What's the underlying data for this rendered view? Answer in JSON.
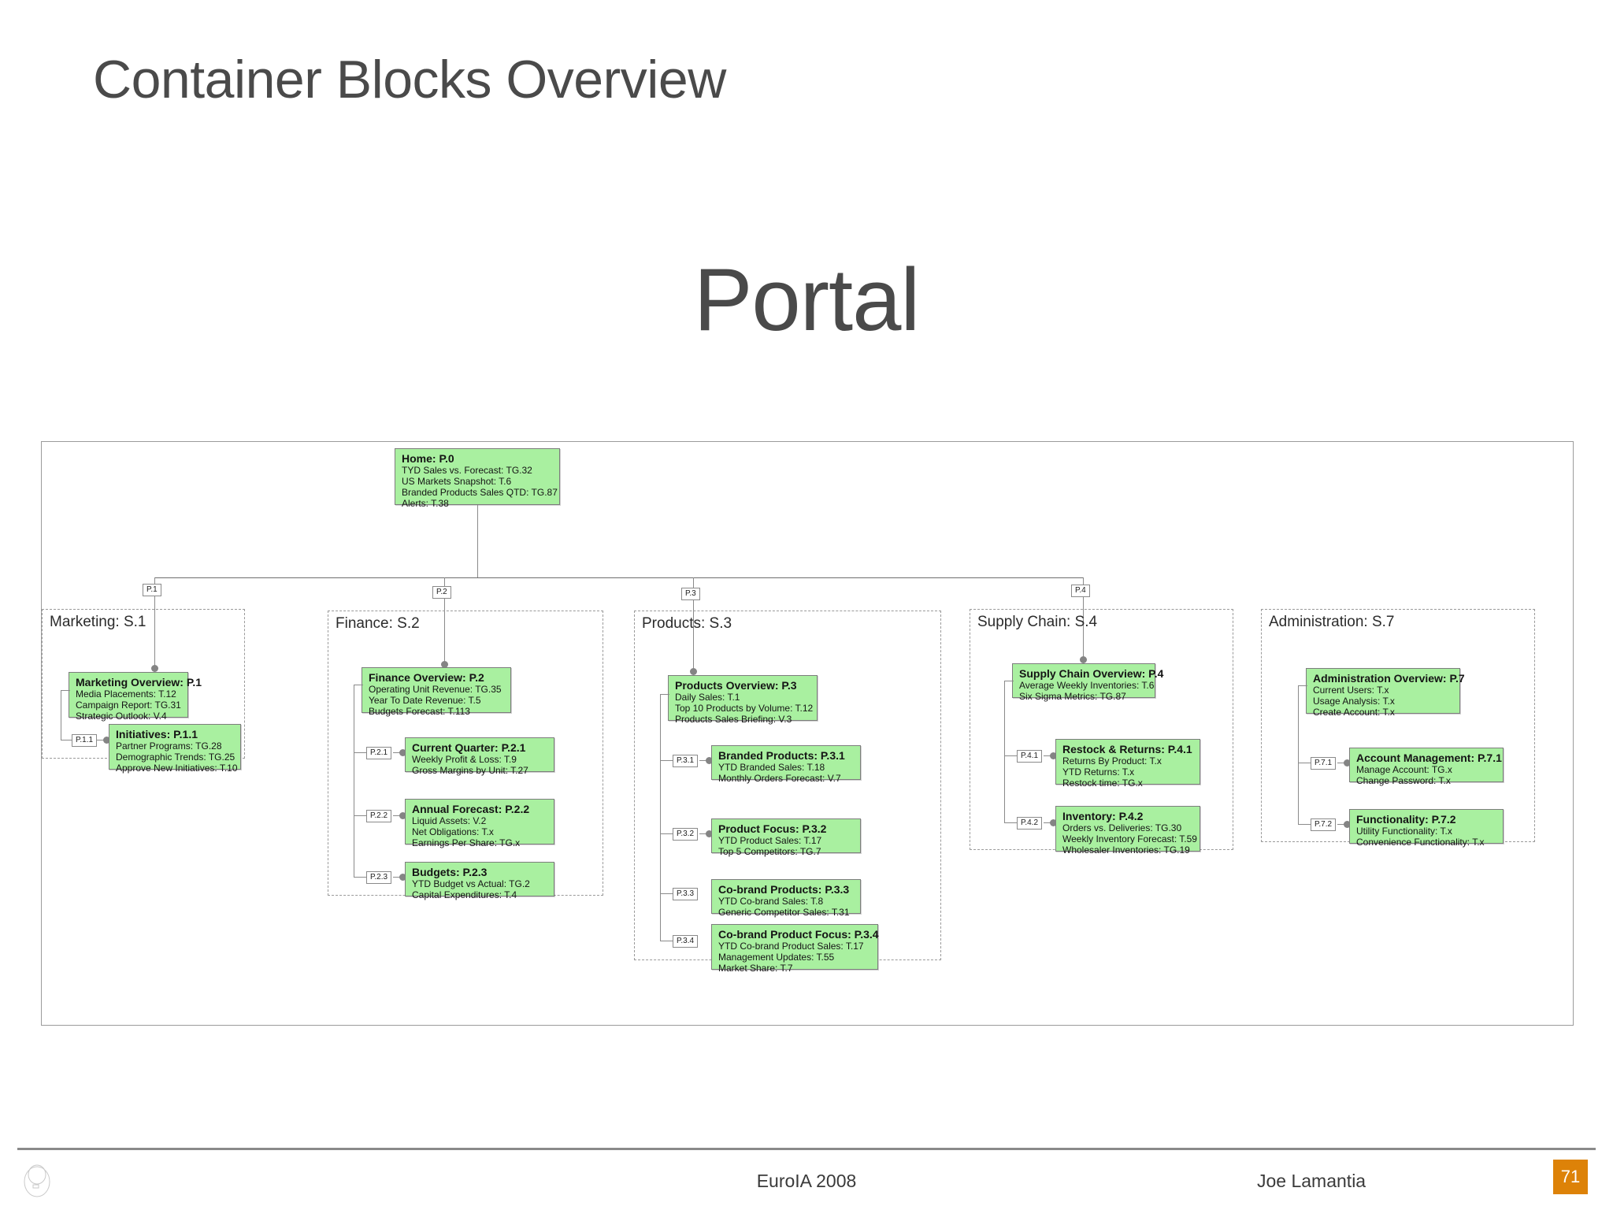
{
  "slide": {
    "title": "Container Blocks Overview",
    "portal_title": "Portal"
  },
  "footer": {
    "conference": "EuroIA 2008",
    "author": "Joe Lamantia",
    "page_number": "71",
    "logo_icon": "circle-logo-icon"
  },
  "colors": {
    "node_fill": "#a9f0a0",
    "node_border": "#7d7d7d",
    "group_border": "#9a9a9a",
    "connector": "#8a8a8a",
    "badge": "#dd8208",
    "title_text": "#4a4a4a"
  },
  "diagram": {
    "type": "hierarchy-tree",
    "root": {
      "id": "P.0",
      "title": "Home: P.0",
      "lines": [
        "TYD Sales vs. Forecast: TG.32",
        "US Markets Snapshot: T.6",
        "Branded Products Sales QTD: TG.87",
        "Alerts: T.38"
      ]
    },
    "branch_chips": [
      "P.1",
      "P.2",
      "P.3",
      "P.4"
    ],
    "groups": [
      {
        "label": "Marketing: S.1",
        "id": "S.1",
        "nodes": [
          {
            "chip": "",
            "title": "Marketing Overview: P.1",
            "lines": [
              "Media Placements: T.12",
              "Campaign Report: TG.31",
              "Strategic Outlook: V.4"
            ]
          },
          {
            "chip": "P.1.1",
            "title": "Initiatives: P.1.1",
            "lines": [
              "Partner Programs: TG.28",
              "Demographic Trends: TG.25",
              "Approve New Initiatives: T.10"
            ]
          }
        ]
      },
      {
        "label": "Finance: S.2",
        "id": "S.2",
        "nodes": [
          {
            "chip": "",
            "title": "Finance Overview: P.2",
            "lines": [
              "Operating Unit Revenue: TG.35",
              "Year To Date Revenue: T.5",
              "Budgets Forecast: T.113"
            ]
          },
          {
            "chip": "P.2.1",
            "title": "Current Quarter: P.2.1",
            "lines": [
              "Weekly Profit & Loss: T.9",
              "Gross Margins by Unit: T.27"
            ]
          },
          {
            "chip": "P.2.2",
            "title": "Annual Forecast: P.2.2",
            "lines": [
              "Liquid Assets: V.2",
              "Net Obligations: T.x",
              "Earnings Per Share: TG.x"
            ]
          },
          {
            "chip": "P.2.3",
            "title": "Budgets: P.2.3",
            "lines": [
              "YTD Budget vs Actual: TG.2",
              "Capital Expenditures: T.4"
            ]
          }
        ]
      },
      {
        "label": "Products: S.3",
        "id": "S.3",
        "nodes": [
          {
            "chip": "",
            "title": "Products Overview: P.3",
            "lines": [
              "Daily Sales: T.1",
              "Top 10 Products by Volume: T.12",
              "Products Sales Briefing: V.3"
            ]
          },
          {
            "chip": "P.3.1",
            "title": "Branded Products: P.3.1",
            "lines": [
              "YTD Branded Sales: T.18",
              "Monthly Orders Forecast: V.7"
            ]
          },
          {
            "chip": "P.3.2",
            "title": "Product Focus: P.3.2",
            "lines": [
              "YTD Product Sales: T.17",
              "Top 5 Competitors: TG.7"
            ]
          },
          {
            "chip": "P.3.3",
            "title": "Co-brand Products: P.3.3",
            "lines": [
              "YTD Co-brand Sales: T.8",
              "Generic Competitor Sales: T.31"
            ]
          },
          {
            "chip": "P.3.4",
            "title": "Co-brand Product Focus: P.3.4",
            "lines": [
              "YTD Co-brand Product Sales: T.17",
              "Management Updates: T.55",
              "Market Share: T.7"
            ]
          }
        ]
      },
      {
        "label": "Supply Chain: S.4",
        "id": "S.4",
        "nodes": [
          {
            "chip": "",
            "title": "Supply Chain Overview: P.4",
            "lines": [
              "Average Weekly Inventories: T.6",
              "Six Sigma Metrics: TG.87"
            ]
          },
          {
            "chip": "P.4.1",
            "title": "Restock & Returns: P.4.1",
            "lines": [
              "Returns By Product: T.x",
              "YTD Returns: T.x",
              "Restock time: TG.x"
            ]
          },
          {
            "chip": "P.4.2",
            "title": "Inventory: P.4.2",
            "lines": [
              "Orders vs. Deliveries: TG.30",
              "Weekly Inventory Forecast: T.59",
              "Wholesaler Inventories: TG.19"
            ]
          }
        ]
      },
      {
        "label": "Administration: S.7",
        "id": "S.7",
        "nodes": [
          {
            "chip": "",
            "title": "Administration Overview: P.7",
            "lines": [
              "Current Users: T.x",
              "Usage Analysis: T.x",
              "Create Account: T.x"
            ]
          },
          {
            "chip": "P.7.1",
            "title": "Account Management: P.7.1",
            "lines": [
              "Manage Account: TG.x",
              "Change Password: T.x"
            ]
          },
          {
            "chip": "P.7.2",
            "title": "Functionality: P.7.2",
            "lines": [
              "Utility Functionality: T.x",
              "Convenience Functionality: T.x"
            ]
          }
        ]
      }
    ]
  }
}
